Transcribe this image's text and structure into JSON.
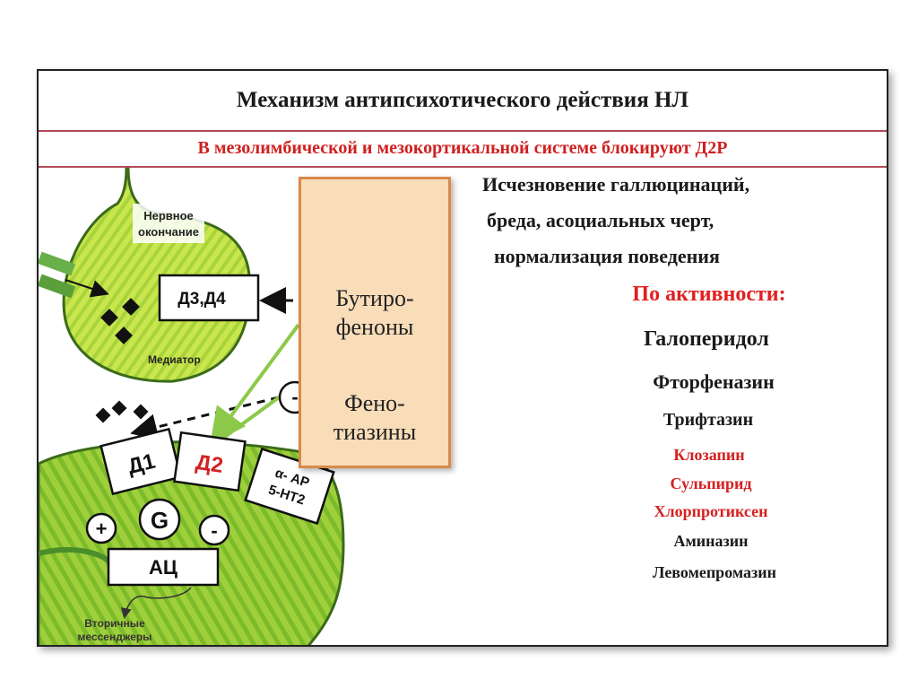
{
  "slide": {
    "title": "Механизм антипсихотического действия НЛ",
    "subtitle": "В мезолимбической и мезокортикальной системе блокируют Д2Р"
  },
  "diagram": {
    "presynaptic_label_line1": "Нервное",
    "presynaptic_label_line2": "окончание",
    "mediator_label": "Медиатор",
    "autoreceptor_label": "Д3,Д4",
    "drug_box_line1": "Бутиро-",
    "drug_box_line2": "феноны",
    "drug_box_line3": "Фено-",
    "drug_box_line4": "тиазины",
    "minus_sign": "-",
    "d1_label": "Д1",
    "d2_label": "Д2",
    "other_receptors_line1": "α- АР",
    "other_receptors_line2": "5-НТ2",
    "g_protein_label": "G",
    "plus_sign": "+",
    "minus_sign_g": "-",
    "ac_label": "АЦ",
    "secondary_line1": "Вторичные",
    "secondary_line2": "мессенджеры",
    "colors": {
      "neuron_green": "#bfe24a",
      "neuron_dark": "#6aa323",
      "drug_box_fill": "#f8ddb8",
      "drug_box_border": "#d9894a",
      "arrow_light_green": "#8cc94a"
    }
  },
  "effects": [
    "Исчезновение галлюцинаций,",
    "бреда, асоциальных черт,",
    "нормализация поведения"
  ],
  "activity": {
    "heading": "По активности:",
    "drugs": [
      {
        "name": "Галоперидол",
        "color": "black"
      },
      {
        "name": "Фторфеназин",
        "color": "black"
      },
      {
        "name": "Трифтазин",
        "color": "black"
      },
      {
        "name": "Клозапин",
        "color": "red"
      },
      {
        "name": "Сульпирид",
        "color": "red"
      },
      {
        "name": "Хлорпротиксен",
        "color": "red"
      },
      {
        "name": "Аминазин",
        "color": "black"
      },
      {
        "name": "Левомепромазин",
        "color": "black"
      }
    ]
  }
}
